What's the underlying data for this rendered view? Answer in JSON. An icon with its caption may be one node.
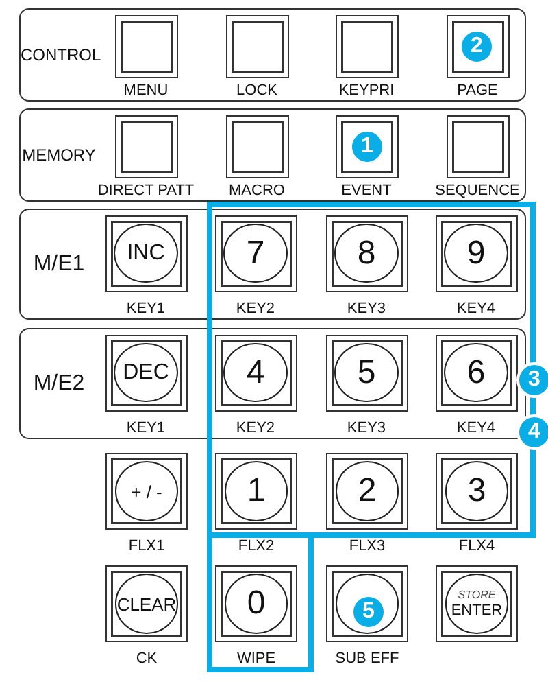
{
  "diagram": {
    "nodes": [
      {
        "text": [
          "CONTROL"
        ]
      },
      {
        "text": [],
        "shape": "box",
        "in": 0,
        "beside": [
          "MENU"
        ]
      },
      {
        "text": [],
        "shape": "box",
        "in": 0,
        "beside": [
          "LOCK"
        ]
      },
      {
        "text": [],
        "shape": "box",
        "in": 0,
        "beside": [
          "KEYPRI"
        ]
      },
      {
        "text": [],
        "shape": "box",
        "in": 0,
        "beside": [
          "PAGE"
        ]
      },
      {
        "text": [
          "MEMORY"
        ]
      },
      {
        "text": [],
        "shape": "box",
        "in": 5,
        "beside": [
          "DIRECT PATT"
        ]
      },
      {
        "text": [],
        "shape": "box",
        "in": 5,
        "beside": [
          "MACRO"
        ]
      },
      {
        "text": [],
        "shape": "box",
        "in": 5,
        "beside": [
          "EVENT"
        ]
      },
      {
        "text": [],
        "shape": "box",
        "in": 5,
        "beside": [
          "SEQUENCE"
        ]
      },
      {
        "text": [
          "M/E1"
        ]
      },
      {
        "text": [
          "INC"
        ],
        "in": 10,
        "beside": [
          "KEY1"
        ]
      },
      {
        "text": [
          "7"
        ],
        "in": 10,
        "beside": [
          "KEY2"
        ]
      },
      {
        "text": [
          "8"
        ],
        "in": 10,
        "beside": [
          "KEY3"
        ]
      },
      {
        "text": [
          "9"
        ],
        "in": 10,
        "beside": [
          "KEY4"
        ]
      },
      {
        "text": [
          "M/E2"
        ]
      },
      {
        "text": [
          "DEC"
        ],
        "in": 15,
        "beside": [
          "KEY1"
        ]
      },
      {
        "text": [
          "4"
        ],
        "in": 15,
        "beside": [
          "KEY2"
        ]
      },
      {
        "text": [
          "5"
        ],
        "in": 15,
        "beside": [
          "KEY3"
        ]
      },
      {
        "text": [
          "6"
        ],
        "in": 15,
        "beside": [
          "KEY4"
        ]
      },
      {
        "text": [
          "+ / -"
        ],
        "beside": [
          "FLX1"
        ]
      },
      {
        "text": [
          "1"
        ],
        "beside": [
          "FLX2"
        ]
      },
      {
        "text": [
          "2"
        ],
        "beside": [
          "FLX3"
        ]
      },
      {
        "text": [
          "3"
        ],
        "beside": [
          "FLX4"
        ]
      },
      {
        "text": [
          "CLEAR"
        ],
        "beside": [
          "CK"
        ]
      },
      {
        "text": [
          "0"
        ],
        "beside": [
          "WIPE"
        ]
      },
      {
        "text": [],
        "shape": "circle",
        "beside": [
          "SUB EFF"
        ]
      },
      {
        "text": [
          "STORE",
          "ENTER"
        ]
      }
    ],
    "labels": [
      "2",
      "1",
      "3",
      "4",
      "5"
    ]
  }
}
